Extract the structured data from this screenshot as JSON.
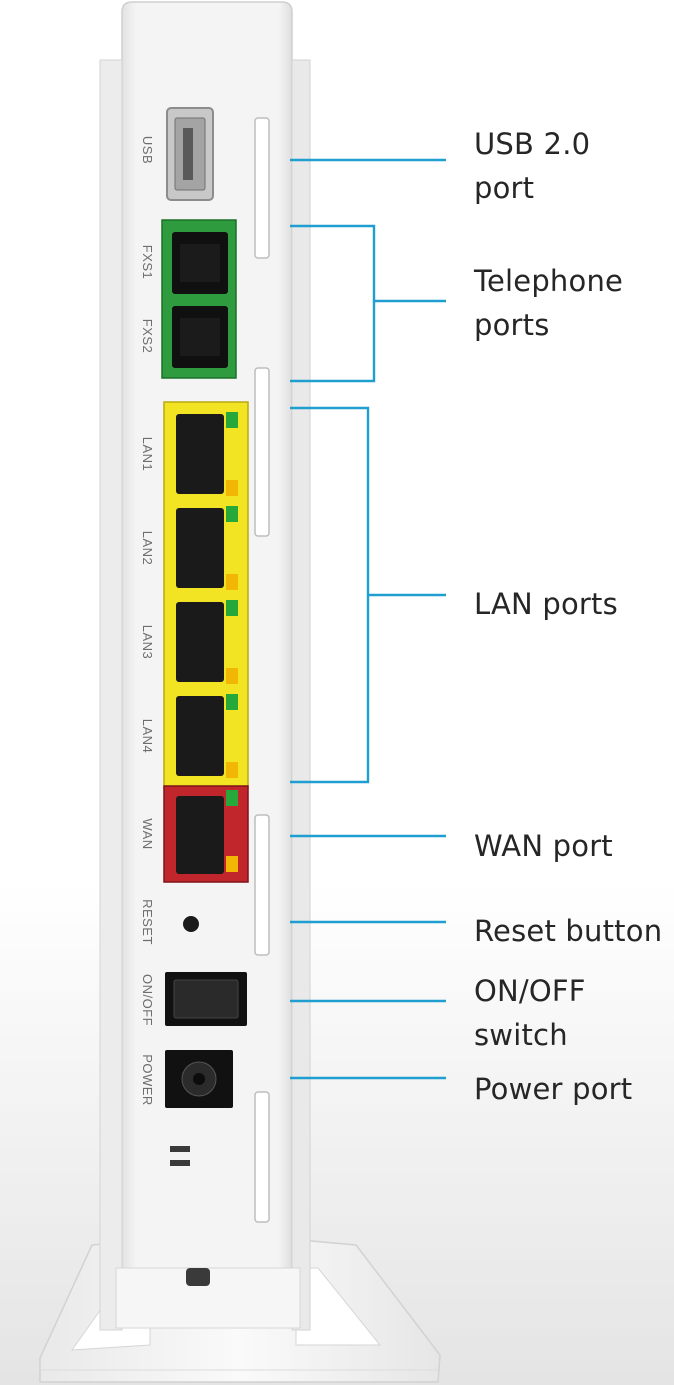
{
  "port_labels": {
    "usb": "USB",
    "fxs1": "FXS1",
    "fxs2": "FXS2",
    "lan1": "LAN1",
    "lan2": "LAN2",
    "lan3": "LAN3",
    "lan4": "LAN4",
    "wan": "WAN",
    "reset": "RESET",
    "onoff": "ON/OFF",
    "power": "POWER"
  },
  "callouts": {
    "usb": [
      "USB 2.0",
      "port"
    ],
    "telephone": [
      "Telephone",
      "ports"
    ],
    "lan": [
      "LAN ports"
    ],
    "wan": [
      "WAN port"
    ],
    "reset": [
      "Reset button"
    ],
    "onoff": [
      "ON/OFF",
      "switch"
    ],
    "power": [
      "Power port"
    ]
  },
  "colors": {
    "leader_line": "#1e9fd0",
    "telephone_ports": "#2e9b3e",
    "lan_ports": "#f2e422",
    "wan_port": "#c0262c",
    "led_green": "#27a83a",
    "led_amber": "#f2b705",
    "chassis": "#f3f3f3"
  }
}
